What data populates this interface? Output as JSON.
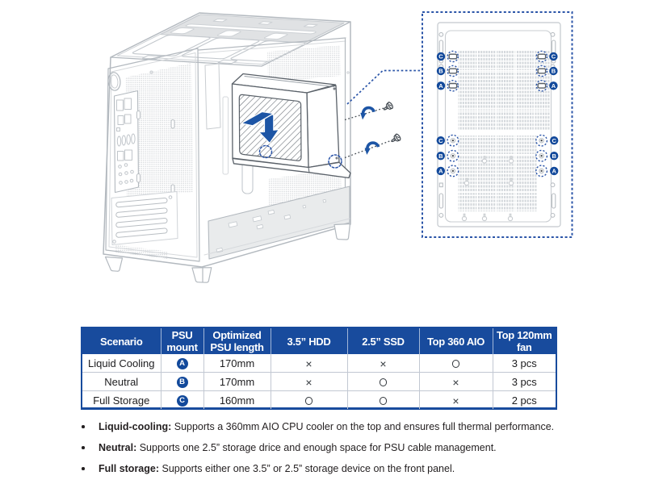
{
  "table": {
    "headers": [
      "Scenario",
      "PSU\nmount",
      "Optimized\nPSU length",
      "3.5” HDD",
      "2.5” SSD",
      "Top 360 AIO",
      "Top 120mm\nfan"
    ],
    "rows": [
      {
        "scenario": "Liquid Cooling",
        "mount": "A",
        "length": "170mm",
        "hdd": "x",
        "ssd": "x",
        "aio": "o",
        "fan": "3 pcs"
      },
      {
        "scenario": "Neutral",
        "mount": "B",
        "length": "170mm",
        "hdd": "x",
        "ssd": "o",
        "aio": "x",
        "fan": "3 pcs"
      },
      {
        "scenario": "Full Storage",
        "mount": "C",
        "length": "160mm",
        "hdd": "o",
        "ssd": "o",
        "aio": "x",
        "fan": "2 pcs"
      }
    ]
  },
  "notes": [
    {
      "lead": "Liquid-cooling:",
      "text": " Supports a 360mm AIO CPU cooler on the top and ensures full thermal performance."
    },
    {
      "lead": "Neutral:",
      "text": " Supports one 2.5” storage drice and enough space for PSU cable management."
    },
    {
      "lead": "Full storage:",
      "text": " Supports either one 3.5” or 2.5” storage device on the front panel."
    }
  ],
  "panel": {
    "row_letters": [
      "C",
      "B",
      "A"
    ]
  },
  "colors": {
    "accent_blue": "#17499c",
    "badge_blue": "#12499b",
    "arrow_blue": "#1d55a5",
    "dash_blue": "#2b55a8"
  }
}
